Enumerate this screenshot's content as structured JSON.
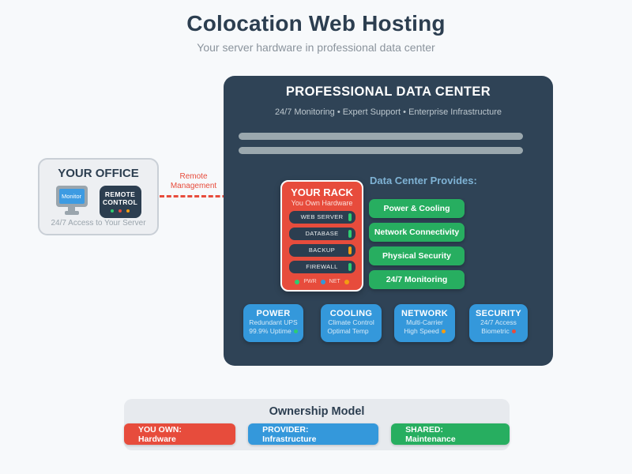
{
  "page": {
    "title": "Colocation Web Hosting",
    "subtitle": "Your server hardware in professional data center"
  },
  "office": {
    "title": "YOUR OFFICE",
    "monitor_label": "Monitor",
    "remote_line1": "REMOTE",
    "remote_line2": "CONTROL",
    "caption": "24/7 Access to Your Server",
    "led_colors": [
      "#2ECC71",
      "#E74C3C",
      "#F39C12"
    ]
  },
  "connection": {
    "label_line1": "Remote",
    "label_line2": "Management",
    "color": "#E74C3C"
  },
  "datacenter": {
    "title": "PROFESSIONAL DATA CENTER",
    "subtitle": "24/7 Monitoring • Expert Support • Enterprise Infrastructure",
    "panel_color": "#2F4356",
    "rack": {
      "title": "YOUR RACK",
      "subtitle": "You Own Hardware",
      "frame_color": "#E74C3C",
      "servers": [
        {
          "label": "WEB SERVER",
          "led": "#2ECC71"
        },
        {
          "label": "DATABASE",
          "led": "#2ECC71"
        },
        {
          "label": "BACKUP",
          "led": "#F39C12"
        },
        {
          "label": "FIREWALL",
          "led": "#2ECC71"
        }
      ],
      "status_leds": [
        {
          "label": "PWR",
          "color": "#2ECC71"
        },
        {
          "label": "NET",
          "color": "#3498DB"
        },
        {
          "label": "",
          "color": "#F39C12"
        }
      ]
    },
    "provides": {
      "title": "Data Center Provides:",
      "accent": "#27AE60",
      "items": [
        "Power & Cooling",
        "Network Connectivity",
        "Physical Security",
        "24/7 Monitoring"
      ]
    },
    "services": [
      {
        "title": "POWER",
        "line1": "Redundant UPS",
        "line2": "99.9% Uptime",
        "dot": "#2ECC71"
      },
      {
        "title": "COOLING",
        "line1": "Climate Control",
        "line2": "Optimal Temp",
        "dot": ""
      },
      {
        "title": "NETWORK",
        "line1": "Multi-Carrier",
        "line2": "High Speed",
        "dot": "#F39C12"
      },
      {
        "title": "SECURITY",
        "line1": "24/7 Access",
        "line2": "Biometric",
        "dot": "#E74C3C"
      }
    ]
  },
  "ownership": {
    "title": "Ownership Model",
    "pills": [
      {
        "label": "YOU OWN: Hardware",
        "color": "#E74C3C"
      },
      {
        "label": "PROVIDER: Infrastructure",
        "color": "#3498DB"
      },
      {
        "label": "SHARED: Maintenance",
        "color": "#27AE60"
      }
    ]
  }
}
